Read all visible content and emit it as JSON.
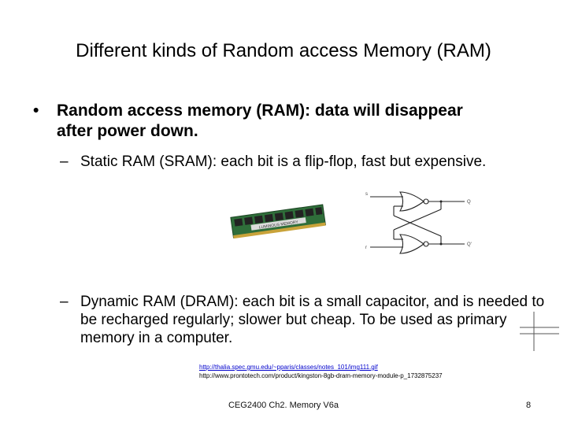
{
  "slide": {
    "title": "Different kinds of Random access Memory (RAM)",
    "bullet_symbol": "•",
    "sub_symbol": "–",
    "bullet1": "Random access memory (RAM): data will disappear after power down.",
    "sub_bullets": [
      "Static RAM (SRAM): each bit is a flip-flop, fast but expensive.",
      "Dynamic RAM (DRAM): each bit is a small capacitor, and is needed to be recharged regularly; slower but cheap. To be used as primary memory in a computer."
    ],
    "ram_module_label": "LUMINOUS MEMORY",
    "circuit_labels": {
      "in_top": "s",
      "in_bottom": "r",
      "out_top": "Q",
      "out_bottom": "Q'"
    },
    "references": [
      "http://thalia.spec.gmu.edu/~pparis/classes/notes_101/img111.gif",
      "http://www.prontotech.com/product/kingston-8gb-dram-memory-module-p_1732875237"
    ],
    "footer": "CEG2400 Ch2. Memory V6a",
    "page_number": "8"
  }
}
